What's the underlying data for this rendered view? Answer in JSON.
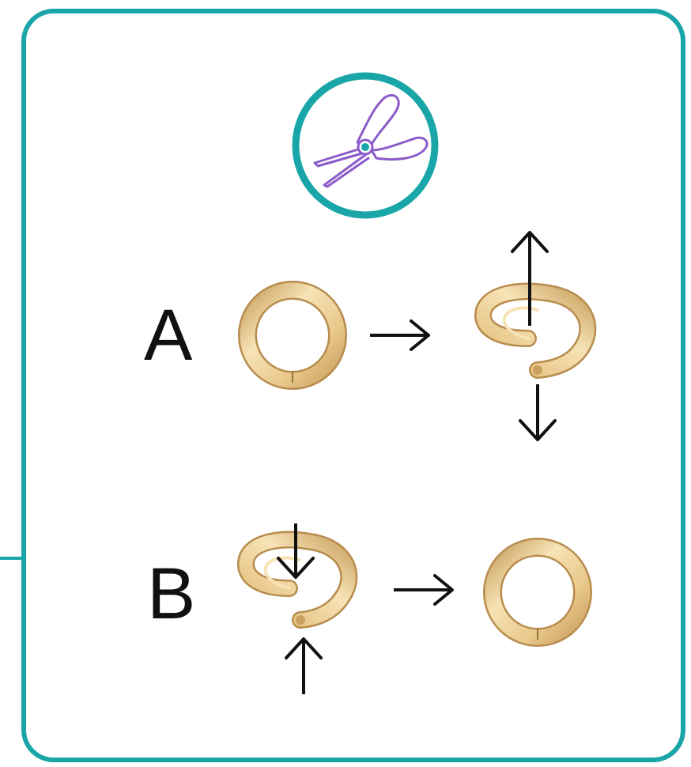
{
  "colors": {
    "frame": "#1aa6a8",
    "tool": "#8a5cc9",
    "tool_pivot": "#1aa6a8",
    "ring_light": "#f7e3b6",
    "ring_mid": "#e9c98c",
    "ring_dark": "#c9a05e",
    "arrow": "#111111",
    "text": "#111111"
  },
  "tool": {
    "icon": "pliers-icon"
  },
  "steps": [
    {
      "label": "A",
      "before": "closed-jump-ring",
      "after": "twisted-open-jump-ring",
      "motion": [
        "arrow-up",
        "arrow-down"
      ]
    },
    {
      "label": "B",
      "before": "twisted-open-jump-ring",
      "after": "closed-jump-ring",
      "motion": [
        "arrow-down",
        "arrow-up"
      ]
    }
  ]
}
